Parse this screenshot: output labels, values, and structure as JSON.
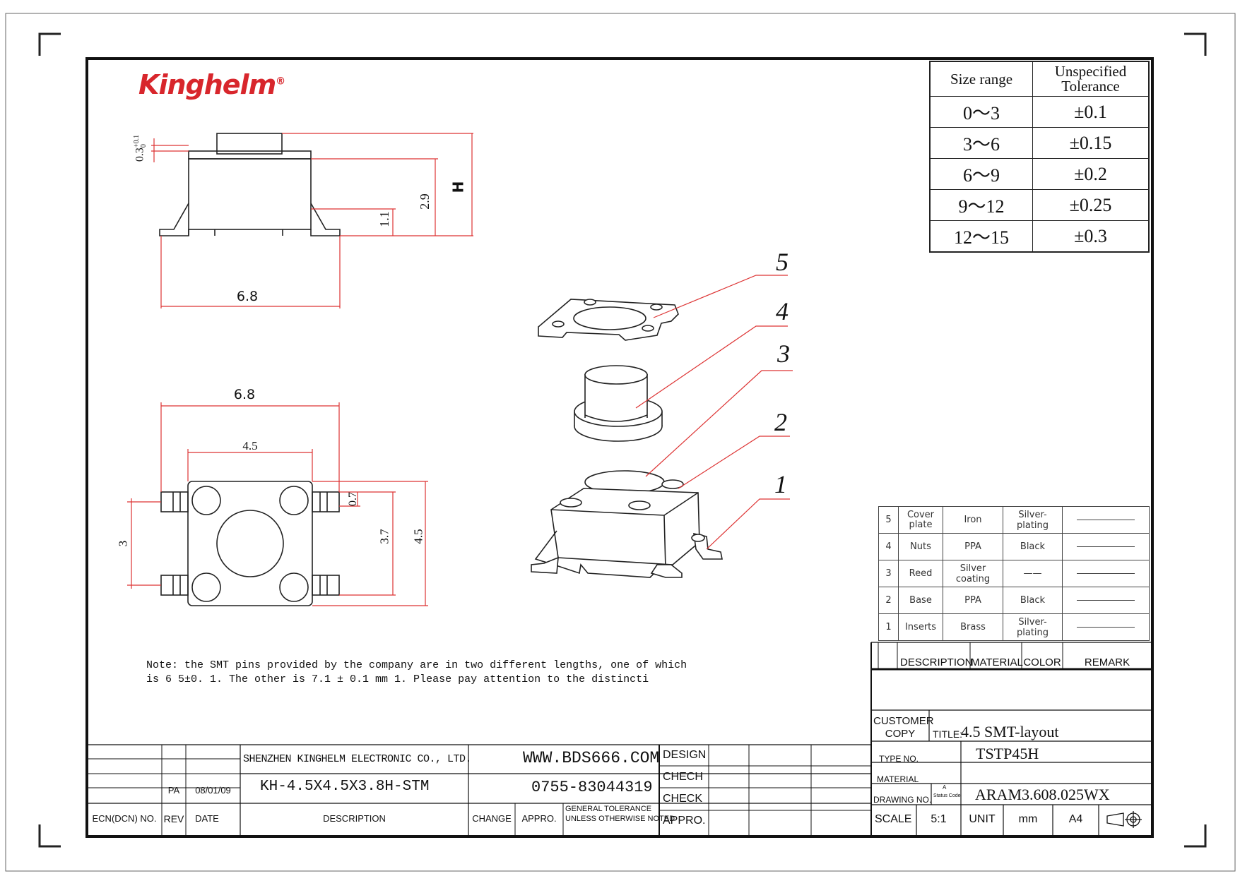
{
  "logo": {
    "text": "Kinghelm",
    "mark": "®",
    "color": "#d8262c"
  },
  "dimensions": {
    "side_view": {
      "width": "6.8",
      "height_symbol": "H",
      "body_height": "2.9",
      "pin_height": "1.1",
      "plunger_top": "0.3",
      "plunger_tol_upper": "+0.1",
      "plunger_tol_lower": "0"
    },
    "top_view": {
      "width": "6.8",
      "body": "4.5",
      "pitch": "3",
      "pin_span": "3.7",
      "body_height": "4.5",
      "pin_width": "0.7"
    }
  },
  "callouts": [
    "5",
    "4",
    "3",
    "2",
    "1"
  ],
  "tolerance_table": {
    "headers": [
      "Size range",
      "Unspecified Tolerance"
    ],
    "rows": [
      [
        "0～3",
        "±0.1"
      ],
      [
        "3～6",
        "±0.15"
      ],
      [
        "6～9",
        "±0.2"
      ],
      [
        "9～12",
        "±0.25"
      ],
      [
        "12～15",
        "±0.3"
      ]
    ]
  },
  "bom": {
    "rows": [
      {
        "no": "5",
        "desc": "Cover plate",
        "material": "Iron",
        "color": "Silver-plating"
      },
      {
        "no": "4",
        "desc": "Nuts",
        "material": "PPA",
        "color": "Black"
      },
      {
        "no": "3",
        "desc": "Reed",
        "material": "Silver coating",
        "color": "——"
      },
      {
        "no": "2",
        "desc": "Base",
        "material": "PPA",
        "color": "Black"
      },
      {
        "no": "1",
        "desc": "Inserts",
        "material": "Brass",
        "color": "Silver-plating"
      }
    ],
    "headers": {
      "description": "DESCRIPTION",
      "material": "MATERIAL",
      "color": "COLOR",
      "remark": "REMARK"
    }
  },
  "note": {
    "line1": "Note: the SMT pins provided by the company are in two different lengths, one of which",
    "line2": "is 6 5±0. 1. The other is 7.1 ± 0.1 mm 1. Please pay attention to the distincti"
  },
  "title_block": {
    "company": "SHENZHEN KINGHELM ELECTRONIC CO., LTD.",
    "website": "WWW.BDS666.COM",
    "part": "KH-4.5X4.5X3.8H-STM",
    "phone": "0755-83044319",
    "rev": "PA",
    "date": "08/01/09",
    "col_ecn": "ECN(DCN) NO.",
    "col_rev": "REV",
    "col_date": "DATE",
    "col_description": "DESCRIPTION",
    "col_change": "CHANGE",
    "col_appro": "APPRO.",
    "general_tol_1": "GENERAL TOLERANCE",
    "general_tol_2": "UNLESS OTHERWISE NOTED",
    "design": "DESIGN",
    "chech": "CHECH",
    "check": "CHECK",
    "appro": "APPRO.",
    "customer_1": "CUSTOMER",
    "customer_2": "COPY",
    "title_label": "TITLE:",
    "title": "4.5 SMT-layout",
    "type_label": "TYPE NO.",
    "type_no": "TSTP45H",
    "material_label": "MATERIAL",
    "drawing_label": "DRAWING NO.",
    "status_a": "A",
    "status_label": "Status Code",
    "drawing_no": "ARAM3.608.025WX",
    "scale_label": "SCALE",
    "scale": "5:1",
    "unit_label": "UNIT",
    "unit": "mm",
    "size": "A4"
  }
}
